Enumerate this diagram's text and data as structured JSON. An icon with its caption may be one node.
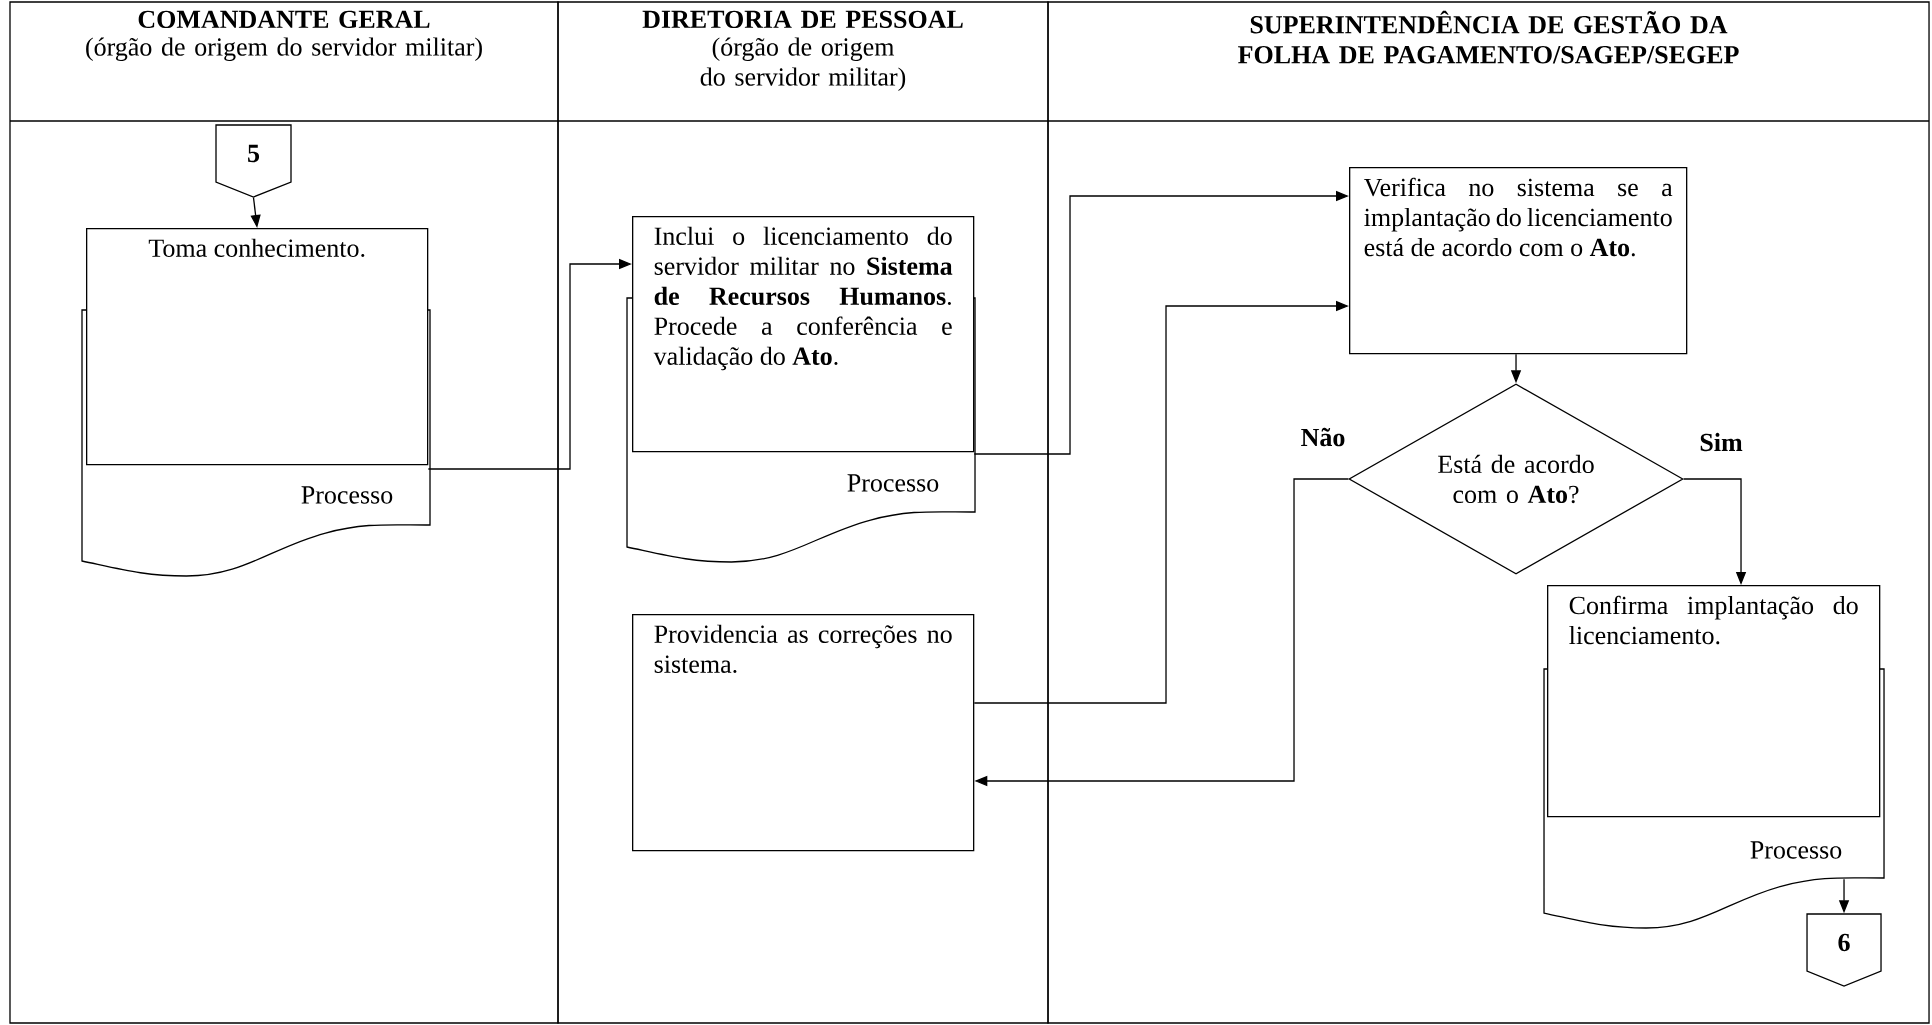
{
  "diagram": {
    "nodes": [
      {
        "text": [
          "COMANDANTE GERAL",
          "(órgão de origem do servidor militar)"
        ]
      },
      {
        "text": [
          "DIRETORIA DE PESSOAL",
          "(órgão de origem do servidor militar)"
        ]
      },
      {
        "text": [
          "SUPERINTENDÊNCIA DE GESTÃO DA FOLHA DE PAGAMENTO/SAGEP/SEGEP"
        ]
      },
      {
        "text": [
          "5"
        ],
        "in": 0
      },
      {
        "text": [
          "Toma conhecimento.",
          "Processo"
        ],
        "in": 0
      },
      {
        "text": [
          "Inclui o licenciamento do servidor militar no **Sistema de Recursos Humanos**. Procede a conferência e validação do **Ato**.",
          "Processo"
        ],
        "in": 1
      },
      {
        "text": [
          "Providencia as correções no sistema."
        ],
        "in": 1
      },
      {
        "text": [
          "Verifica no sistema se a implantação do licenciamento está de acordo com o **Ato**."
        ],
        "in": 2
      },
      {
        "text": [
          "Está de acordo com o **Ato**?"
        ],
        "in": 2
      },
      {
        "text": [
          "Confirma implantação do licenciamento.",
          "Processo"
        ],
        "in": 2
      },
      {
        "text": [
          "6"
        ],
        "in": 2
      }
    ],
    "edges": [
      {
        "from": 3,
        "to": 4,
        "arrow": "to"
      },
      {
        "from": 4,
        "to": 5,
        "arrow": "to"
      },
      {
        "from": 5,
        "to": 7,
        "arrow": "to"
      },
      {
        "from": 6,
        "to": 7,
        "arrow": "to"
      },
      {
        "from": 7,
        "to": 8,
        "arrow": "to"
      },
      {
        "from": 8,
        "to": 6,
        "arrow": "to",
        "label": "Não"
      },
      {
        "from": 8,
        "to": 9,
        "arrow": "to",
        "label": "Sim"
      },
      {
        "from": 9,
        "to": 10,
        "arrow": "to"
      }
    ]
  }
}
